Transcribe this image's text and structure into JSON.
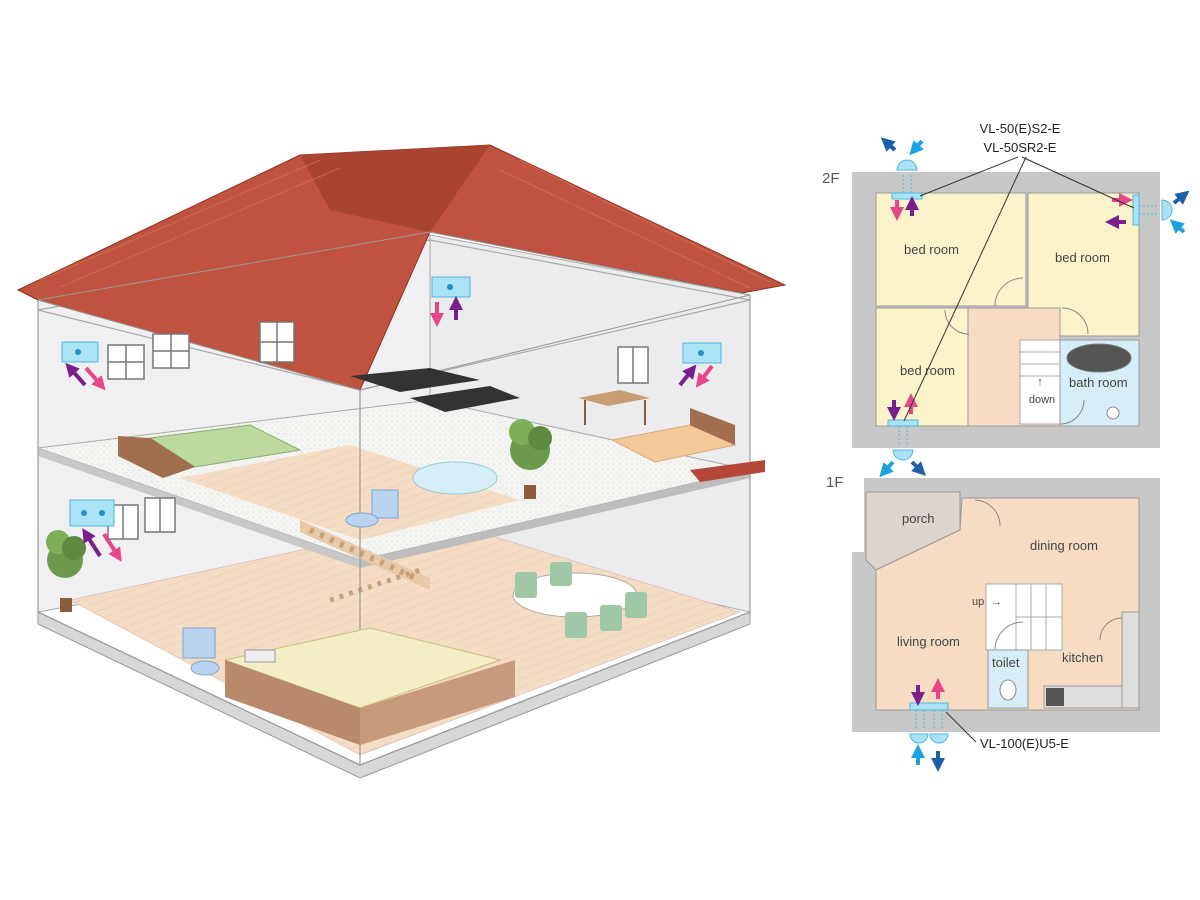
{
  "floor_plan": {
    "second_floor": {
      "label": "2F",
      "rooms": {
        "bed_room_1": "bed room",
        "bed_room_2": "bed room",
        "bed_room_3": "bed room",
        "bath_room": "bath room",
        "stairs": "down"
      },
      "unit_model_1": "VL-50(E)S2-E",
      "unit_model_2": "VL-50SR2-E"
    },
    "first_floor": {
      "label": "1F",
      "rooms": {
        "porch": "porch",
        "dining_room": "dining room",
        "living_room": "living room",
        "toilet": "toilet",
        "kitchen": "kitchen",
        "stairs": "up"
      },
      "unit_model": "VL-100(E)U5-E"
    }
  },
  "colors": {
    "supply_arrow": "#e8468a",
    "extract_arrow": "#7a1f8c",
    "fresh_air_arrow": "#1aa3e0",
    "exhaust_arrow": "#1d5fa8",
    "unit_fill": "#a9e3f5",
    "roof": "#c0533f",
    "wall_outline": "#888888"
  },
  "icons": [
    "house-cutaway-illustration",
    "ventilation-unit-icon",
    "airflow-arrow-icon"
  ]
}
